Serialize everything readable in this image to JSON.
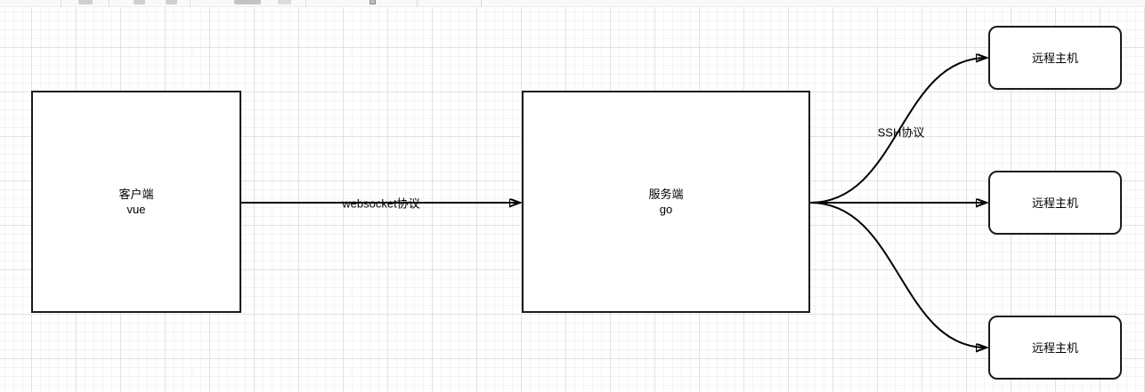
{
  "diagram": {
    "nodes": [
      {
        "id": "client",
        "shape": "rectangle",
        "label_line1": "客户端",
        "label_line2": "vue"
      },
      {
        "id": "server",
        "shape": "rectangle",
        "label_line1": "服务端",
        "label_line2": "go"
      },
      {
        "id": "remote1",
        "shape": "rounded-rectangle",
        "label": "远程主机"
      },
      {
        "id": "remote2",
        "shape": "rounded-rectangle",
        "label": "远程主机"
      },
      {
        "id": "remote3",
        "shape": "rounded-rectangle",
        "label": "远程主机"
      }
    ],
    "edges": [
      {
        "from": "client",
        "to": "server",
        "label": "websocket协议",
        "style": "straight-arrow"
      },
      {
        "from": "server",
        "to": "remote1",
        "label": "SSH协议",
        "style": "curved-arrow"
      },
      {
        "from": "server",
        "to": "remote2",
        "label": "",
        "style": "straight-arrow"
      },
      {
        "from": "server",
        "to": "remote3",
        "label": "",
        "style": "curved-arrow"
      }
    ],
    "colors": {
      "node_border": "#1a1a1a",
      "node_fill": "#ffffff",
      "edge_stroke": "#000000",
      "text": "#000000",
      "grid_major": "#e2e2e2",
      "grid_minor": "#f4f4f4",
      "toolbar_bg": "#f9f9f9"
    }
  }
}
